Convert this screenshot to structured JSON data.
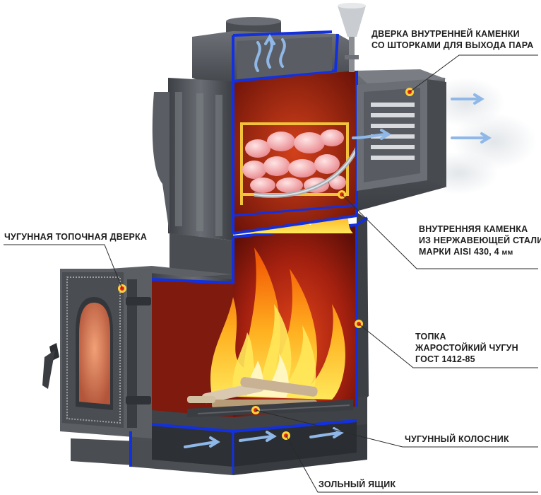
{
  "labels": {
    "inner_door": {
      "line1": "ДВЕРКА ВНУТРЕННЕЙ КАМЕНКИ",
      "line2": "СО ШТОРКАМИ ДЛЯ ВЫХОДА ПАРА"
    },
    "inner_stone_box": {
      "line1": "ВНУТРЕННЯЯ КАМЕНКА",
      "line2": "ИЗ НЕРЖАВЕЮЩЕЙ СТАЛИ",
      "line3": "МАРКИ AISI 430,  4",
      "line3_unit": "мм"
    },
    "firebox_door": {
      "line1": "ЧУГУННАЯ ТОПОЧНАЯ ДВЕРКА"
    },
    "firebox": {
      "line1": "ТОПКА",
      "line2": "ЖАРОСТОЙКИЙ ЧУГУН",
      "line3": "ГОСТ 1412-85"
    },
    "grate": {
      "line1": "ЧУГУННЫЙ КОЛОСНИК"
    },
    "ash_box": {
      "line1": "ЗОЛЬНЫЙ ЯЩИК"
    }
  },
  "colors": {
    "cast_iron": "#4a4d52",
    "cast_iron_light": "#6e7278",
    "cutaway_edge": "#1330e0",
    "firebox_interior": "#8c1a10",
    "flame_outer": "#ff8c00",
    "flame_inner": "#ffe85a",
    "stones": "#f4b5b8",
    "marker": "#ffd23a",
    "marker_center": "#e2261c",
    "leader_line": "#2a2a2a"
  }
}
